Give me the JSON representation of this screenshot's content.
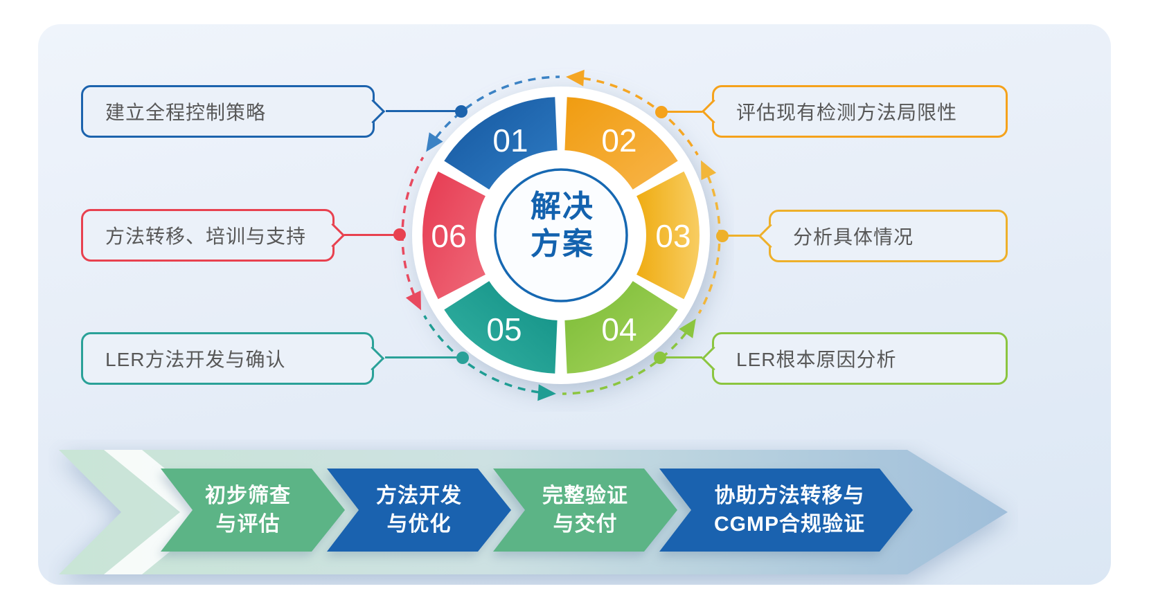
{
  "center": {
    "line1": "解决",
    "line2": "方案"
  },
  "ring": {
    "segments": [
      {
        "number": "01",
        "color": "#1c63ad"
      },
      {
        "number": "02",
        "color": "#f5a21b"
      },
      {
        "number": "03",
        "color": "#f2b31f"
      },
      {
        "number": "04",
        "color": "#8bc53f"
      },
      {
        "number": "05",
        "color": "#1d9c92"
      },
      {
        "number": "06",
        "color": "#e8414f"
      }
    ]
  },
  "callouts": {
    "left": [
      {
        "text": "建立全程控制策略",
        "color": "#1c63ad",
        "connects_to": "01"
      },
      {
        "text": "方法转移、培训与支持",
        "color": "#e8414f",
        "connects_to": "06"
      },
      {
        "text": "LER方法开发与确认",
        "color": "#2aa198",
        "connects_to": "05"
      }
    ],
    "right": [
      {
        "text": "评估现有检测方法局限性",
        "color": "#f5a21b",
        "connects_to": "02"
      },
      {
        "text": "分析具体情况",
        "color": "#eeb02a",
        "connects_to": "03"
      },
      {
        "text": "LER根本原因分析",
        "color": "#8bc53f",
        "connects_to": "04"
      }
    ]
  },
  "process": {
    "steps": [
      {
        "line1": "初步筛查",
        "line2": "与评估",
        "color": "#5cb486"
      },
      {
        "line1": "方法开发",
        "line2": "与优化",
        "color": "#1a62af"
      },
      {
        "line1": "完整验证",
        "line2": "与交付",
        "color": "#5cb486"
      },
      {
        "line1": "协助方法转移与",
        "line2": "CGMP合规验证",
        "color": "#1a62af"
      }
    ]
  }
}
